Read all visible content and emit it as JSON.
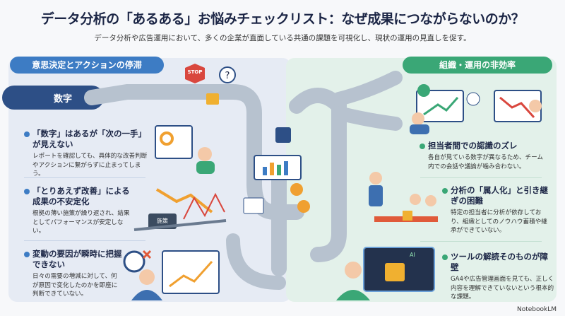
{
  "header": {
    "title": "データ分析の「あるある」お悩みチェックリスト：なぜ成果につながらないのか？",
    "subtitle": "データ分析や広告運用において、多くの企業が直面している共通の課題を可視化し、現状の運用の見直しを促す。"
  },
  "left": {
    "heading": "意思決定とアクションの停滞",
    "banner_label": "数字",
    "stop_sign": "STOP",
    "weight_label": "施策",
    "items": [
      {
        "title": "「数字」はあるが「次の一手」が見えない",
        "body": "レポートを確認しても、具体的な改善判断やアクションに繋がらずに止まってしまう。"
      },
      {
        "title": "「とりあえず改善」による成果の不安定化",
        "body": "根拠の薄い施策が繰り返され、結果としてパフォーマンスが安定しない。"
      },
      {
        "title": "変動の要因が瞬時に把握できない",
        "body": "日々の需要の増減に対して、何が原因で変化したのかを即座に判断できていない。"
      }
    ]
  },
  "right": {
    "heading": "組織・運用の非効率",
    "screen_label": "AI",
    "items": [
      {
        "title": "担当者間での認識のズレ",
        "body": "各自が見ている数字が異なるため、チーム内での会話や議論が噛み合わない。"
      },
      {
        "title": "分析の「属人化」と引き継ぎの困難",
        "body": "特定の担当者に分析が依存しており、組織としてのノウハウ蓄積や継承ができていない。"
      },
      {
        "title": "ツールの解読そのものが障壁",
        "body": "GA4や広告管理画面を見ても、正しく内容を理解できていないという根本的な課題。"
      }
    ]
  },
  "footer": {
    "brand": "NotebookLM"
  },
  "colors": {
    "blue": "#3d7cc4",
    "green": "#3aa776",
    "navy": "#1b2545"
  }
}
